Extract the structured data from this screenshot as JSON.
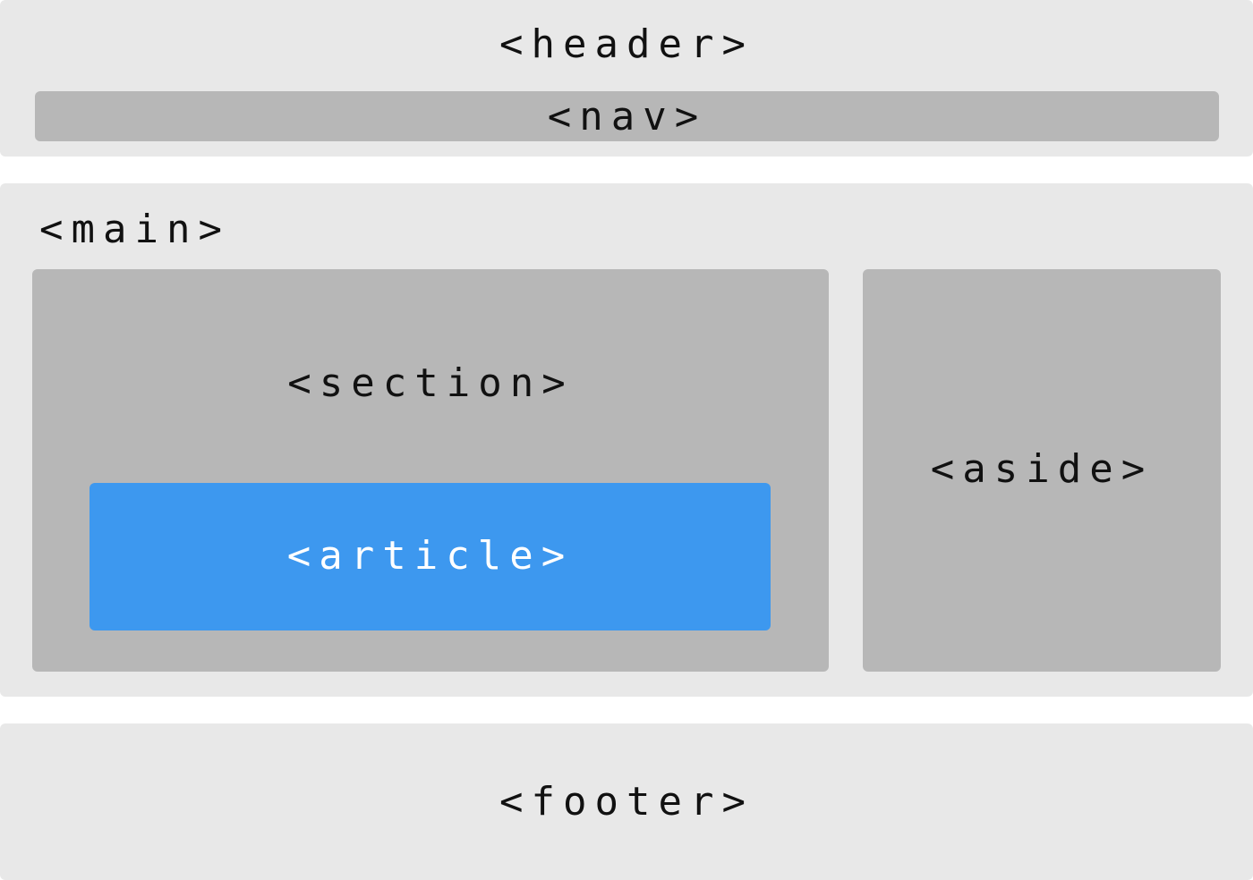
{
  "diagram": {
    "header": {
      "label": "<header>"
    },
    "nav": {
      "label": "<nav>"
    },
    "main": {
      "label": "<main>"
    },
    "section": {
      "label": "<section>"
    },
    "article": {
      "label": "<article>"
    },
    "aside": {
      "label": "<aside>"
    },
    "footer": {
      "label": "<footer>"
    }
  },
  "colors": {
    "outer_block": "#e8e8e8",
    "inner_block": "#b7b7b7",
    "highlight": "#3d98ef",
    "text": "#111111",
    "highlight_text": "#ffffff"
  }
}
